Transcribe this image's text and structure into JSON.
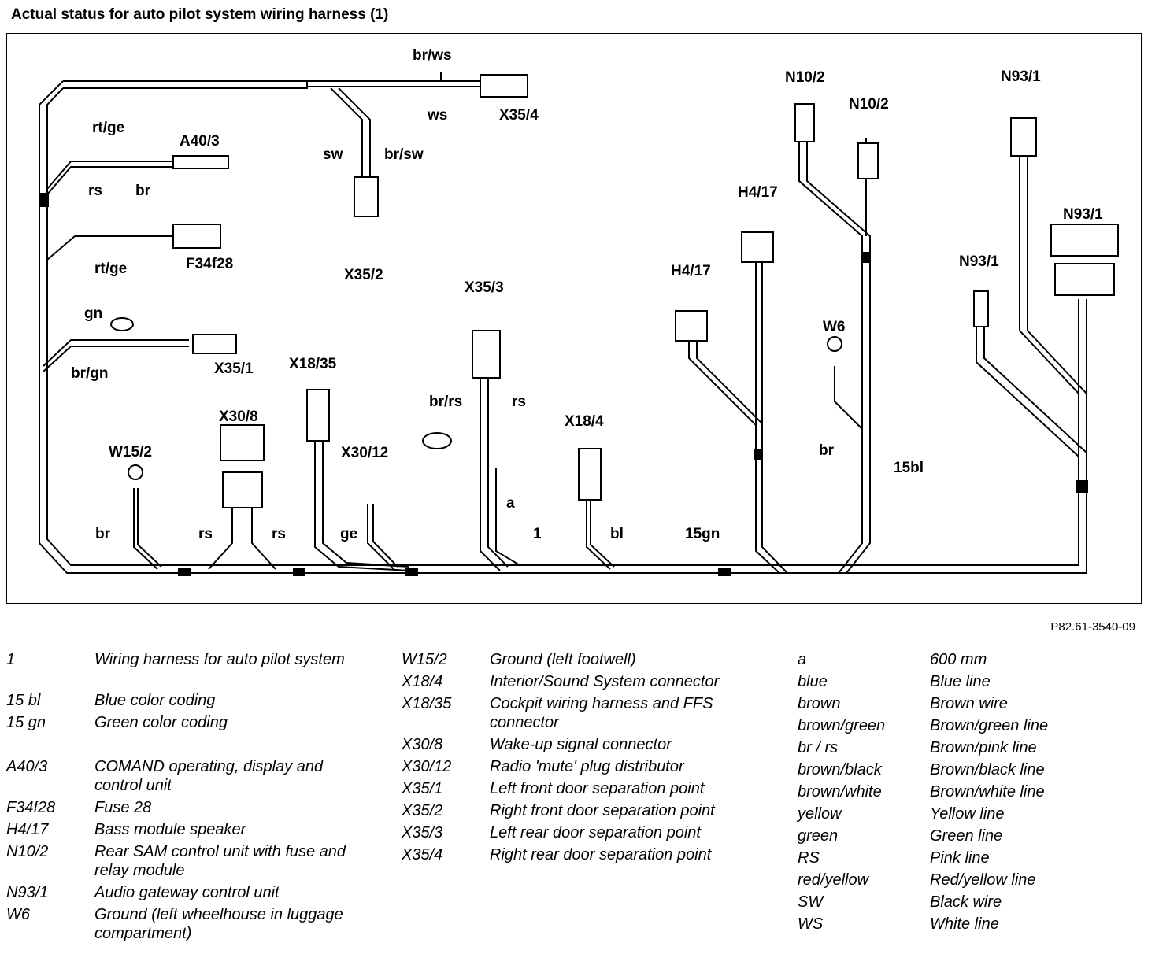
{
  "title": "Actual status for auto pilot system wiring harness (1)",
  "reference": "P82.61-3540-09",
  "diagram_labels": {
    "br_ws": "br/ws",
    "ws": "ws",
    "x35_4": "X35/4",
    "sw": "sw",
    "br_sw": "br/sw",
    "x35_2": "X35/2",
    "rt_ge_top": "rt/ge",
    "a40_3": "A40/3",
    "rs_a40": "rs",
    "br_a40": "br",
    "rt_ge_mid": "rt/ge",
    "f34f28": "F34f28",
    "gn": "gn",
    "br_gn": "br/gn",
    "x35_1": "X35/1",
    "x18_35": "X18/35",
    "x30_8": "X30/8",
    "w15_2": "W15/2",
    "x30_12": "X30/12",
    "br_w15": "br",
    "rs_left": "rs",
    "rs_right": "rs",
    "ge": "ge",
    "x35_3": "X35/3",
    "br_rs": "br/rs",
    "rs_x35_3": "rs",
    "a": "a",
    "one": "1",
    "x18_4": "X18/4",
    "bl": "bl",
    "n15gn": "15gn",
    "h4_17_left": "H4/17",
    "h4_17_mid": "H4/17",
    "n10_2_a": "N10/2",
    "n10_2_b": "N10/2",
    "w6": "W6",
    "br_w6": "br",
    "n15bl": "15bl",
    "n93_1_top": "N93/1",
    "n93_1_mid": "N93/1",
    "n93_1_left": "N93/1"
  },
  "legend_col1": [
    {
      "k": "1",
      "v": "Wiring harness for auto pilot system"
    },
    {
      "k": "15 bl",
      "v": "Blue color coding"
    },
    {
      "k": "15 gn",
      "v": "Green color coding"
    },
    {
      "k": "A40/3",
      "v": "COMAND operating, display and control unit"
    },
    {
      "k": "F34f28",
      "v": "Fuse 28"
    },
    {
      "k": "H4/17",
      "v": "Bass module speaker"
    },
    {
      "k": "N10/2",
      "v": "Rear SAM control unit with fuse and relay module"
    },
    {
      "k": "N93/1",
      "v": "Audio gateway control unit"
    },
    {
      "k": "W6",
      "v": "Ground (left wheelhouse in luggage compartment)"
    }
  ],
  "legend_col2": [
    {
      "k": "W15/2",
      "v": "Ground (left footwell)"
    },
    {
      "k": "X18/4",
      "v": "Interior/Sound System connector"
    },
    {
      "k": "X18/35",
      "v": "Cockpit wiring harness and FFS connector"
    },
    {
      "k": "X30/8",
      "v": "Wake-up signal connector"
    },
    {
      "k": "X30/12",
      "v": "Radio 'mute' plug distributor"
    },
    {
      "k": "X35/1",
      "v": "Left front door separation point"
    },
    {
      "k": "X35/2",
      "v": "Right front door separation point"
    },
    {
      "k": "X35/3",
      "v": "Left rear door separation point"
    },
    {
      "k": "X35/4",
      "v": "Right rear door separation point"
    }
  ],
  "legend_col3": [
    {
      "k": "a",
      "v": "600 mm"
    },
    {
      "k": "blue",
      "v": "Blue line"
    },
    {
      "k": "brown",
      "v": "Brown wire"
    },
    {
      "k": "brown/green",
      "v": "Brown/green line"
    },
    {
      "k": "br / rs",
      "v": "Brown/pink line"
    },
    {
      "k": "brown/black",
      "v": "Brown/black line"
    },
    {
      "k": "brown/white",
      "v": "Brown/white line"
    },
    {
      "k": "yellow",
      "v": "Yellow line"
    },
    {
      "k": "green",
      "v": "Green line"
    },
    {
      "k": "RS",
      "v": "Pink line"
    },
    {
      "k": "red/yellow",
      "v": "Red/yellow line"
    },
    {
      "k": "SW",
      "v": "Black wire"
    },
    {
      "k": "WS",
      "v": "White line"
    }
  ]
}
